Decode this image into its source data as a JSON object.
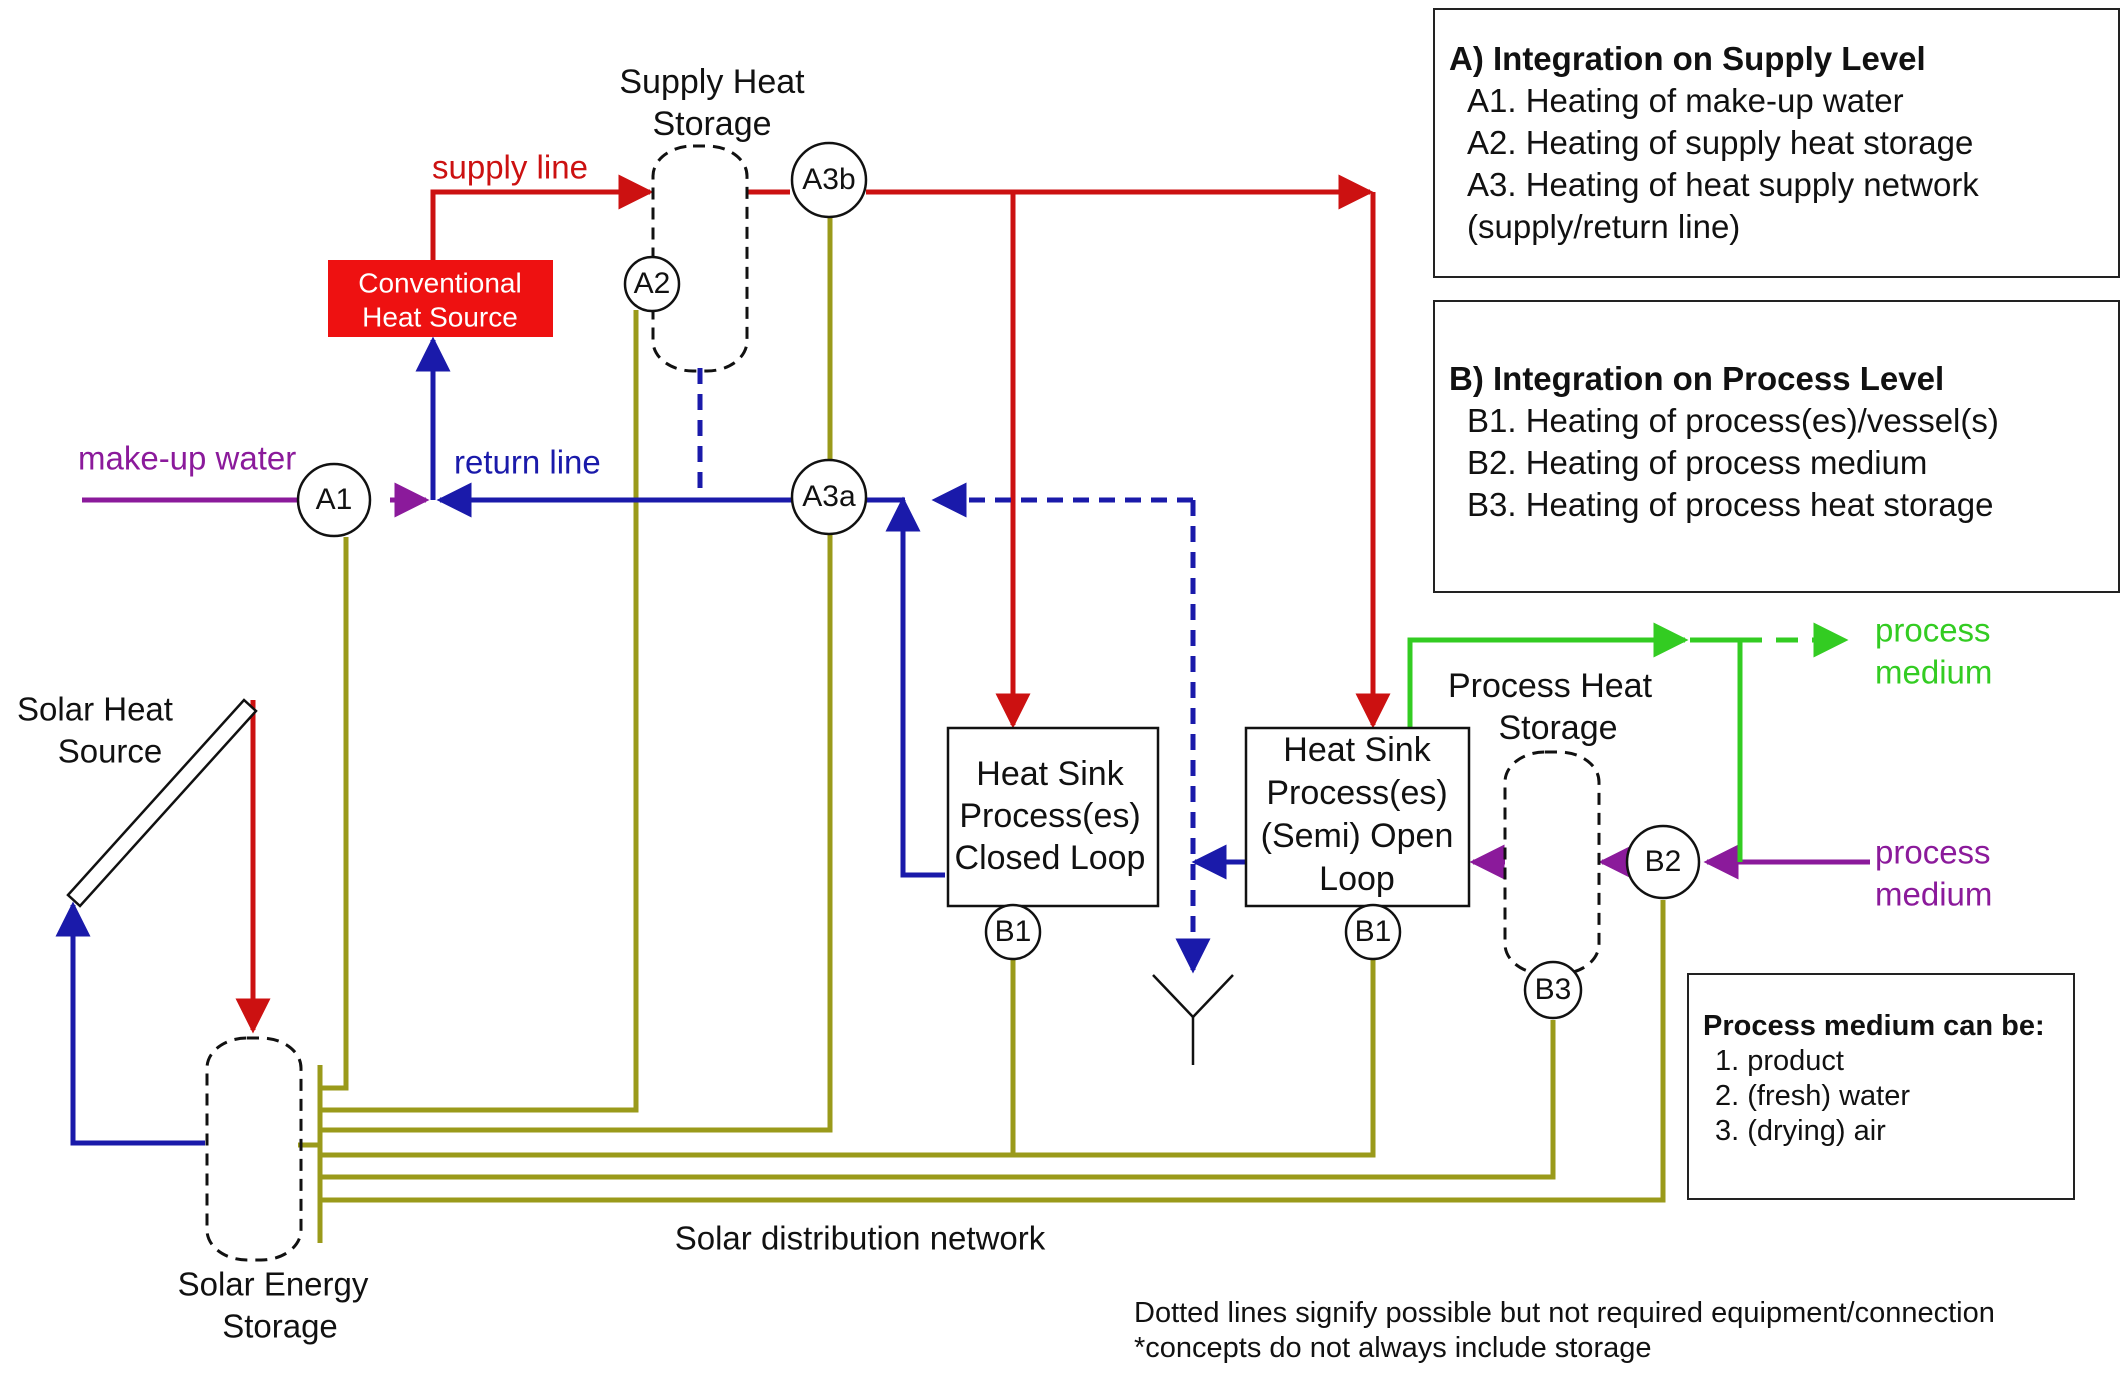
{
  "labels": {
    "supply_heat_storage": [
      "Supply Heat",
      "Storage"
    ],
    "supply_line": "supply line",
    "return_line": "return line",
    "makeup_water": "make-up water",
    "conventional_heat_source": [
      "Conventional",
      "Heat Source"
    ],
    "solar_heat_source": [
      "Solar Heat",
      "Source"
    ],
    "solar_energy_storage": [
      "Solar Energy",
      "Storage"
    ],
    "solar_distribution_network": "Solar distribution network",
    "heat_sink_closed": [
      "Heat Sink",
      "Process(es)",
      "Closed Loop"
    ],
    "heat_sink_open": [
      "Heat Sink",
      "Process(es)",
      "(Semi) Open",
      "Loop"
    ],
    "process_heat_storage": [
      "Process Heat",
      "Storage"
    ],
    "process_medium_out": [
      "process",
      "medium"
    ],
    "process_medium_in": [
      "process",
      "medium"
    ]
  },
  "nodes": {
    "A1": "A1",
    "A2": "A2",
    "A3a": "A3a",
    "A3b": "A3b",
    "B1_closed": "B1",
    "B1_open": "B1",
    "B2": "B2",
    "B3": "B3"
  },
  "legend_a": {
    "title": "A) Integration on Supply Level",
    "items": [
      "A1. Heating of make-up water",
      "A2. Heating of supply heat storage",
      "A3. Heating of heat supply network",
      "(supply/return line)"
    ]
  },
  "legend_b": {
    "title": "B) Integration on Process Level",
    "items": [
      "B1. Heating of process(es)/vessel(s)",
      "B2. Heating of process medium",
      "B3. Heating of process heat storage"
    ]
  },
  "legend_c": {
    "title": "Process medium can be:",
    "items": [
      "1. product",
      "2. (fresh) water",
      "3. (drying) air"
    ]
  },
  "footnotes": [
    "Dotted lines signify possible but not required equipment/connection",
    "*concepts do not always include storage"
  ],
  "colors": {
    "supply": "#cc1111",
    "return": "#1a1aaa",
    "makeup": "#8b1a9b",
    "solar": "#9a9a1a",
    "process_green": "#33cc22",
    "conv_box": "#ee1111"
  }
}
